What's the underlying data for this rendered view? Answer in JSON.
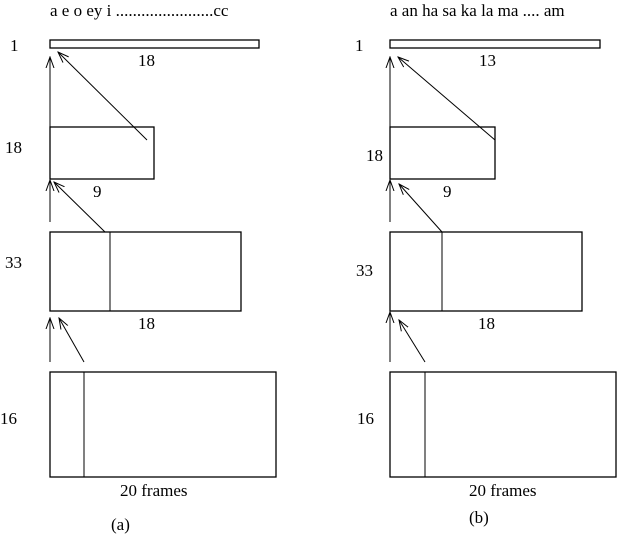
{
  "panels": [
    {
      "caption": "(a)",
      "header": "a e o ey i .......................cc",
      "levels": [
        {
          "left_label": "1",
          "bottom_label": "18"
        },
        {
          "left_label": "18",
          "bottom_label": "9"
        },
        {
          "left_label": "33",
          "bottom_label": "18"
        },
        {
          "left_label": "16",
          "bottom_label": "20 frames"
        }
      ]
    },
    {
      "caption": "(b)",
      "header": "a an ha sa ka la ma ....  am",
      "levels": [
        {
          "left_label": "1",
          "bottom_label": "13"
        },
        {
          "left_label": "18",
          "bottom_label": "9"
        },
        {
          "left_label": "33",
          "bottom_label": "18"
        },
        {
          "left_label": "16",
          "bottom_label": "20 frames"
        }
      ]
    }
  ]
}
